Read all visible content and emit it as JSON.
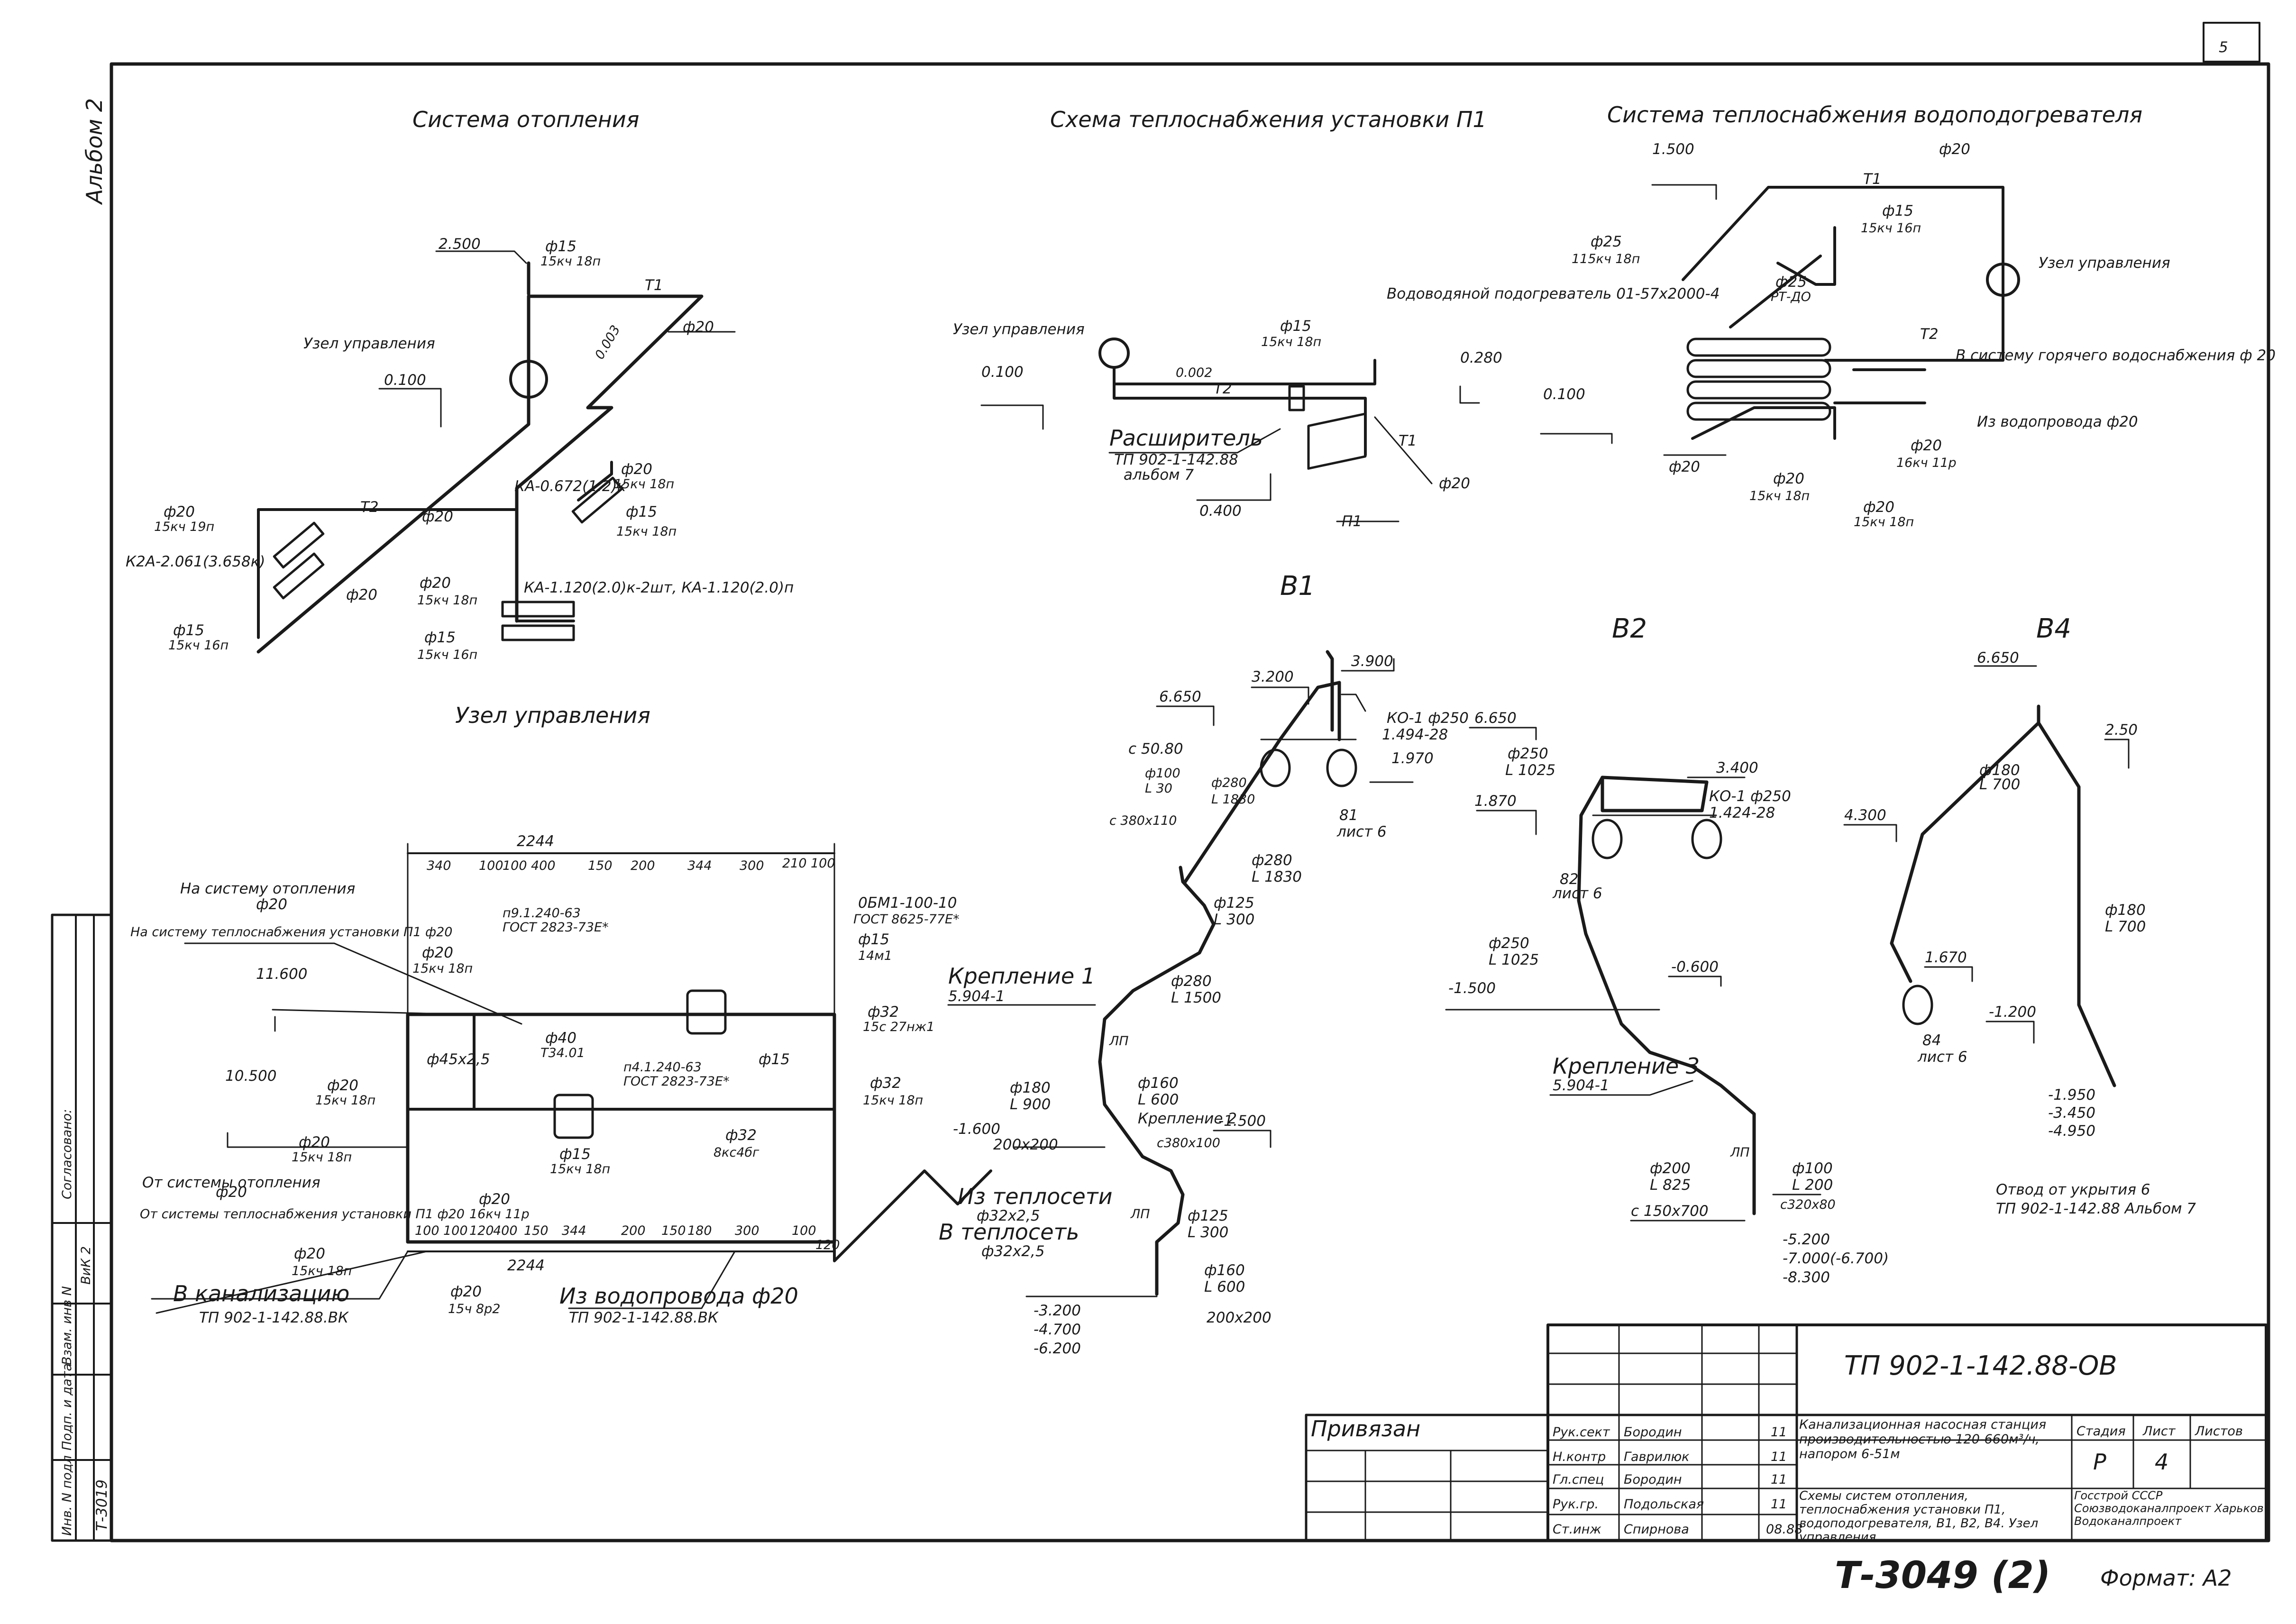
{
  "sheet": {
    "page_number": "5",
    "album": "Альбом 2",
    "stamp_bottom": "Т-3049 (2)",
    "format": "Формат: А2",
    "side_inventory": "Т-3019",
    "side_codes": [
      "Инв. N подл",
      "Подп. и дата",
      "Взам. инв N",
      "ВиК 2",
      "Согласовано:"
    ]
  },
  "titles": {
    "heating": "Система отопления",
    "p1_supply": "Схема теплоснабжения установки П1",
    "water_heater": "Система теплоснабжения водоподогревателя",
    "control_unit": "Узел управления",
    "b1": "В1",
    "b2": "В2",
    "b4": "В4"
  },
  "heating_system": {
    "labels": [
      "2.500",
      "ф15",
      "15кч 18п",
      "Т1",
      "ф20",
      "Узел управления",
      "0.003",
      "0.100",
      "КА-0.672(1.2)к",
      "ф20",
      "15кч 18п",
      "ф15",
      "15кч 18п",
      "ф20",
      "15кч 19п",
      "ф20",
      "К2А-2.061(3.658к)",
      "Т2",
      "ф20",
      "ф20",
      "15кч 18п",
      "КА-1.120(2.0)к-2шт, КА-1.120(2.0)п",
      "ф15",
      "15кч 16п",
      "ф15",
      "15кч 16п"
    ]
  },
  "p1_system": {
    "labels": [
      "Узел управления",
      "ф15",
      "15кч 18п",
      "0.100",
      "0.002",
      "Т2",
      "0.280",
      "Расширитель",
      "ТП 902-1-142.88",
      "альбом 7",
      "Т1",
      "ф20",
      "0.400",
      "П1"
    ]
  },
  "water_heater_system": {
    "labels": [
      "1.500",
      "ф20",
      "Т1",
      "ф15",
      "15кч 16п",
      "ф25",
      "115кч 18п",
      "Узел управления",
      "ф25",
      "РТ-ДО",
      "Водоводяной подогреватель 01-57х2000-4",
      "Т2",
      "В систему горячего водоснабжения ф 20",
      "0.100",
      "Из водопровода ф20",
      "ф20",
      "16кч 11р",
      "ф20",
      "ф20",
      "15кч 18п",
      "ф20",
      "15кч 18п"
    ]
  },
  "control_unit": {
    "total_length": "2244",
    "segments_top": [
      "340",
      "100",
      "100",
      "400",
      "150",
      "200",
      "344",
      "300",
      "210",
      "100"
    ],
    "segments_bottom": [
      "100",
      "100",
      "120",
      "400",
      "150",
      "344",
      "200",
      "150",
      "180",
      "300",
      "100",
      "120"
    ],
    "labels": [
      "На систему отопления",
      "ф20",
      "На систему теплоснабжения установки П1 ф20",
      "11.600",
      "ф20",
      "15кч 18п",
      "п9.1.240-63",
      "ГОСТ 2823-73Е*",
      "0БМ1-100-10",
      "ГОСТ 8625-77Е*",
      "ф15",
      "14м1",
      "ф32",
      "15с 27нж1",
      "ф45х2,5",
      "ф40",
      "Т34.01",
      "ф15",
      "п4.1.240-63",
      "ГОСТ 2823-73Е*",
      "10.500",
      "ф20",
      "15кч 18п",
      "ф32",
      "15кч 18п",
      "ф20",
      "15кч 18п",
      "ф15",
      "15кч 18п",
      "ф32",
      "8кс4бг",
      "От системы отопления",
      "ф20",
      "От системы теплоснабжения установки П1 ф20",
      "ф20",
      "16кч 11р",
      "ф20",
      "15кч 18п",
      "В канализацию",
      "ТП 902-1-142.88.ВК",
      "ф20",
      "15ч 8р2",
      "Из водопровода ф20",
      "ТП 902-1-142.88.ВК",
      "Из теплосети",
      "ф32х2,5",
      "В теплосеть",
      "ф32х2,5",
      "-1.600"
    ]
  },
  "b1_section": {
    "labels": [
      "3.900",
      "3.200",
      "6.650",
      "КО-1 ф250",
      "1.494-28",
      "1.970",
      "с 50.80",
      "ф100",
      "L 30",
      "ф280",
      "L 1830",
      "с 380х110",
      "ф280",
      "L 1830",
      "81",
      "лист 6",
      "ф125",
      "L 300",
      "Крепление 1",
      "5.904-1",
      "ф280",
      "L 1500",
      "ф180",
      "L 900",
      "ф160",
      "L 600",
      "Крепление 2",
      "200х200",
      "с380х100",
      "-1.500",
      "ф125",
      "L 300",
      "ф160",
      "L 600",
      "-3.200",
      "-4.700",
      "-6.200",
      "200х200",
      "ЛП",
      "ЛП"
    ]
  },
  "b2_section": {
    "labels": [
      "6.650",
      "ф250",
      "L 1025",
      "3.400",
      "КО-1 ф250",
      "1.424-28",
      "1.870",
      "82",
      "лист 6",
      "ф250",
      "L 1025",
      "-0.600",
      "-1.500",
      "Крепление 3",
      "5.904-1",
      "ЛП",
      "ф200",
      "L 825",
      "ф100",
      "L 200",
      "с320х80",
      "с 150х700",
      "-5.200",
      "-7.000(-6.700)",
      "-8.300"
    ]
  },
  "b4_section": {
    "labels": [
      "6.650",
      "2.50",
      "ф180",
      "L 700",
      "4.300",
      "ф180",
      "L 700",
      "1.670",
      "-1.200",
      "84",
      "лист 6",
      "-1.950",
      "-3.450",
      "-4.950",
      "Отвод от укрытия 6",
      "ТП 902-1-142.88 Альбом 7"
    ]
  },
  "title_block": {
    "project_code": "ТП 902-1-142.88-ОВ",
    "attached": "Привязан",
    "roles": [
      "Рук.сект",
      "Н.контр",
      "Гл.спец",
      "Рук.гр.",
      "Ст.инж"
    ],
    "names": [
      "Бородин",
      "Гаврилюк",
      "Бородин",
      "Подольская",
      "Спирнова"
    ],
    "dates": [
      "11",
      "11",
      "11",
      "11",
      "08.88"
    ],
    "project_name": "Канализационная насосная станция производительностью 120-660м³/ч, напором 6-51м",
    "sheet_title": "Схемы систем отопления, теплоснабжения установки П1, водоподогревателя, В1, В2, В4. Узел управления.",
    "stage_header": "Стадия",
    "sheet_header": "Лист",
    "sheets_header": "Листов",
    "stage": "Р",
    "sheet_no": "4",
    "organization": "Госстрой СССР Союзводоканалпроект Харьков Водоканалпроект"
  }
}
